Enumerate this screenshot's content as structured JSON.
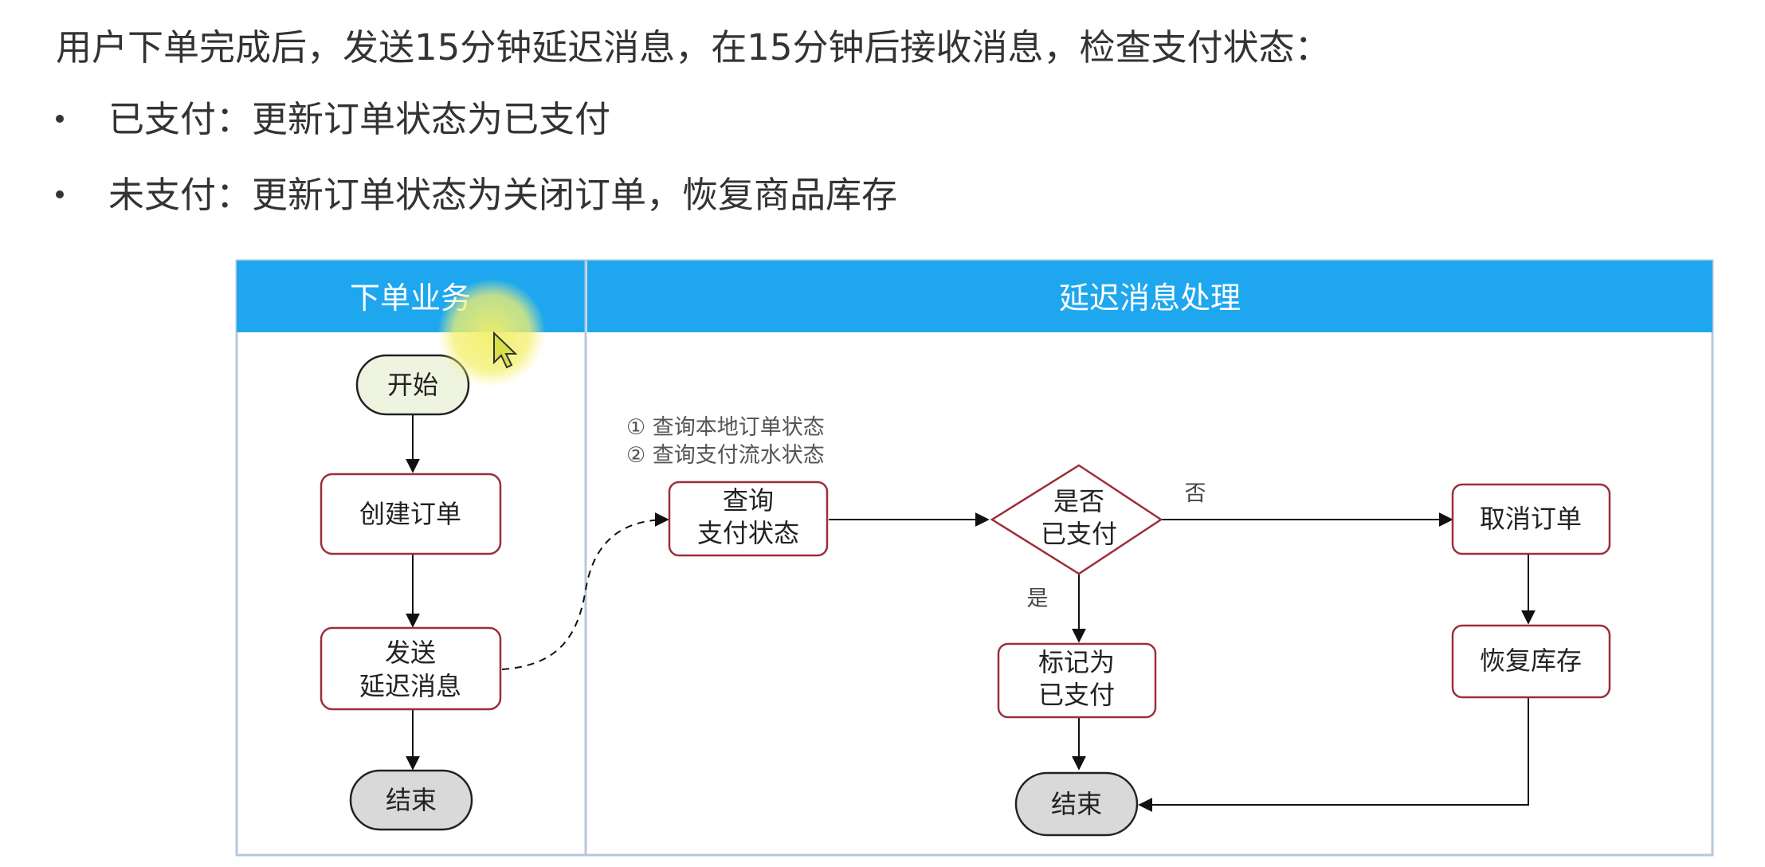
{
  "intro": "用户下单完成后，发送15分钟延迟消息，在15分钟后接收消息，检查支付状态：",
  "bullets": [
    "已支付：更新订单状态为已支付",
    "未支付：更新订单状态为关闭订单，恢复商品库存"
  ],
  "diagram": {
    "lanes": {
      "order_business": "下单业务",
      "delay_processing": "延迟消息处理"
    },
    "nodes": {
      "start": "开始",
      "create_order": "创建订单",
      "send_delay_1": "发送",
      "send_delay_2": "延迟消息",
      "end_left": "结束",
      "query_pay_1": "查询",
      "query_pay_2": "支付状态",
      "decision_1": "是否",
      "decision_2": "已支付",
      "mark_paid_1": "标记为",
      "mark_paid_2": "已支付",
      "cancel_order": "取消订单",
      "restore_stock": "恢复库存",
      "end_right": "结束"
    },
    "edge_labels": {
      "no": "否",
      "yes": "是"
    },
    "note": [
      "①  查询本地订单状态",
      "②  查询支付流水状态"
    ],
    "colors": {
      "header": "#1ea7ee",
      "box_border": "#9b2f3a",
      "start_fill": "#eef4df",
      "end_fill": "#d9d9d9",
      "lane_border": "#b8c7dc"
    }
  }
}
